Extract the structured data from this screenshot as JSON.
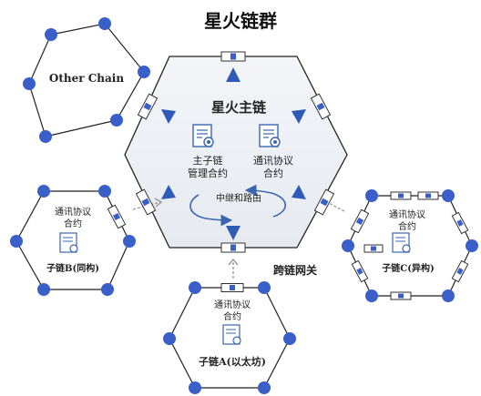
{
  "title": "星火链群",
  "main_chain": {
    "label": "星火主链",
    "contract_main": [
      "主子链",
      "管理合约"
    ],
    "contract_comm": [
      "通讯协议",
      "合约"
    ],
    "relay_label": "中继和路由"
  },
  "gateway_label": "跨链网关",
  "other_chain": {
    "label": "Other Chain"
  },
  "subchain_b": {
    "contract": [
      "通讯协议",
      "合约"
    ],
    "label": "子链B(同构)"
  },
  "subchain_c": {
    "contract": [
      "通讯协议",
      "合约"
    ],
    "label": "子链C(异构)"
  },
  "subchain_a": {
    "contract": [
      "通讯协议",
      "合约"
    ],
    "label": "子链A(以太坊)"
  },
  "colors": {
    "node": "#3a5fc8",
    "triangle": "#2f5bb7",
    "hex_fill": "#eef1f5",
    "hex_stroke": "#222222",
    "icon": "#3a66b0",
    "arrow_gray": "#9a9a9a"
  }
}
